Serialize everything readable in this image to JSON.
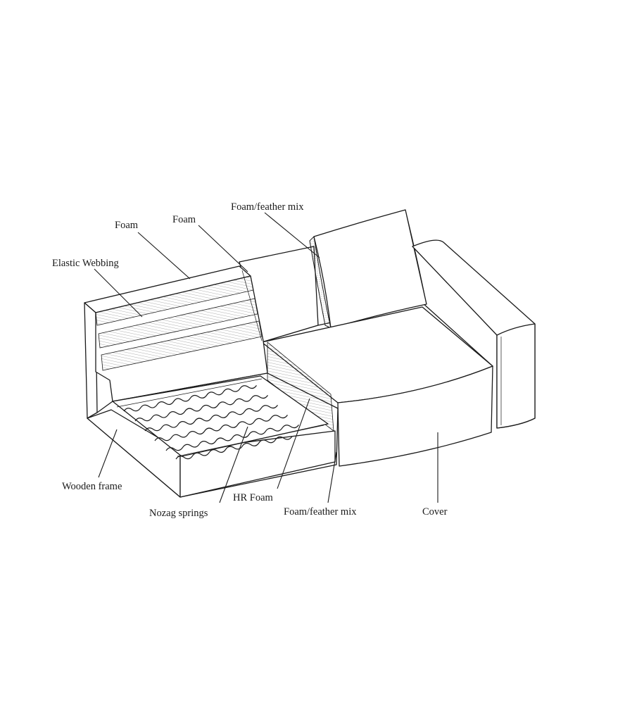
{
  "labels": {
    "foam_feather_top": "Foam/feather mix",
    "foam_left": "Foam",
    "foam_right": "Foam",
    "elastic_webbing": "Elastic Webbing",
    "wooden_frame": "Wooden frame",
    "nozag_springs": "Nozag springs",
    "hr_foam": "HR Foam",
    "foam_feather_bottom": "Foam/feather mix",
    "cover": "Cover"
  }
}
